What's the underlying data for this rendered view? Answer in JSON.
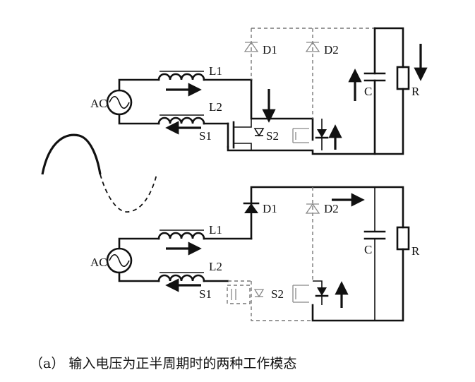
{
  "labels": {
    "ac": "AC",
    "l1": "L1",
    "l2": "L2",
    "s1": "S1",
    "s2": "S2",
    "d1": "D1",
    "d2": "D2",
    "c": "C",
    "r": "R"
  },
  "caption": "（a）  输入电压为正半周期时的两种工作模态",
  "colors": {
    "ink": "#111111",
    "inactive": "#777777",
    "background": "#ffffff"
  }
}
